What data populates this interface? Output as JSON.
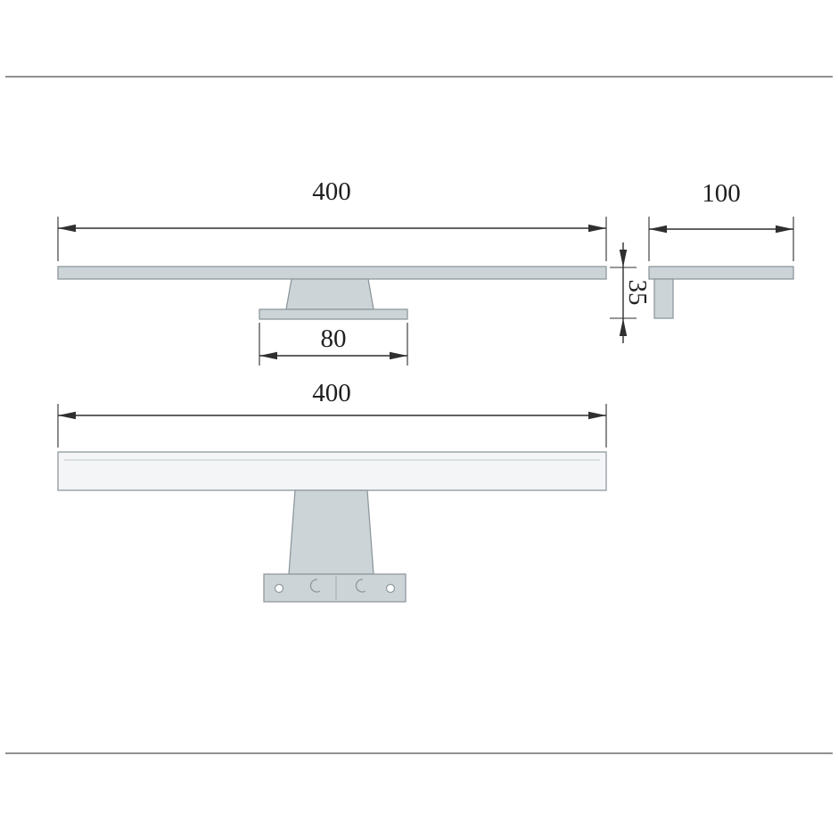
{
  "diagram": {
    "type": "technical-dimension-drawing",
    "subject": "wall-mounted lamp bar, side profile and front view",
    "dimensions": {
      "top_width": "400",
      "side_depth": "100",
      "profile_height": "35",
      "bracket_width": "80",
      "front_width": "400"
    },
    "colors": {
      "part_fill": "#ccd4d8",
      "front_bar_fill": "#f3f5f6",
      "outline": "#8e989d",
      "dim_line": "#2f2f2f",
      "text": "#1f1f1f",
      "frame_line": "#4f4f4f"
    }
  }
}
